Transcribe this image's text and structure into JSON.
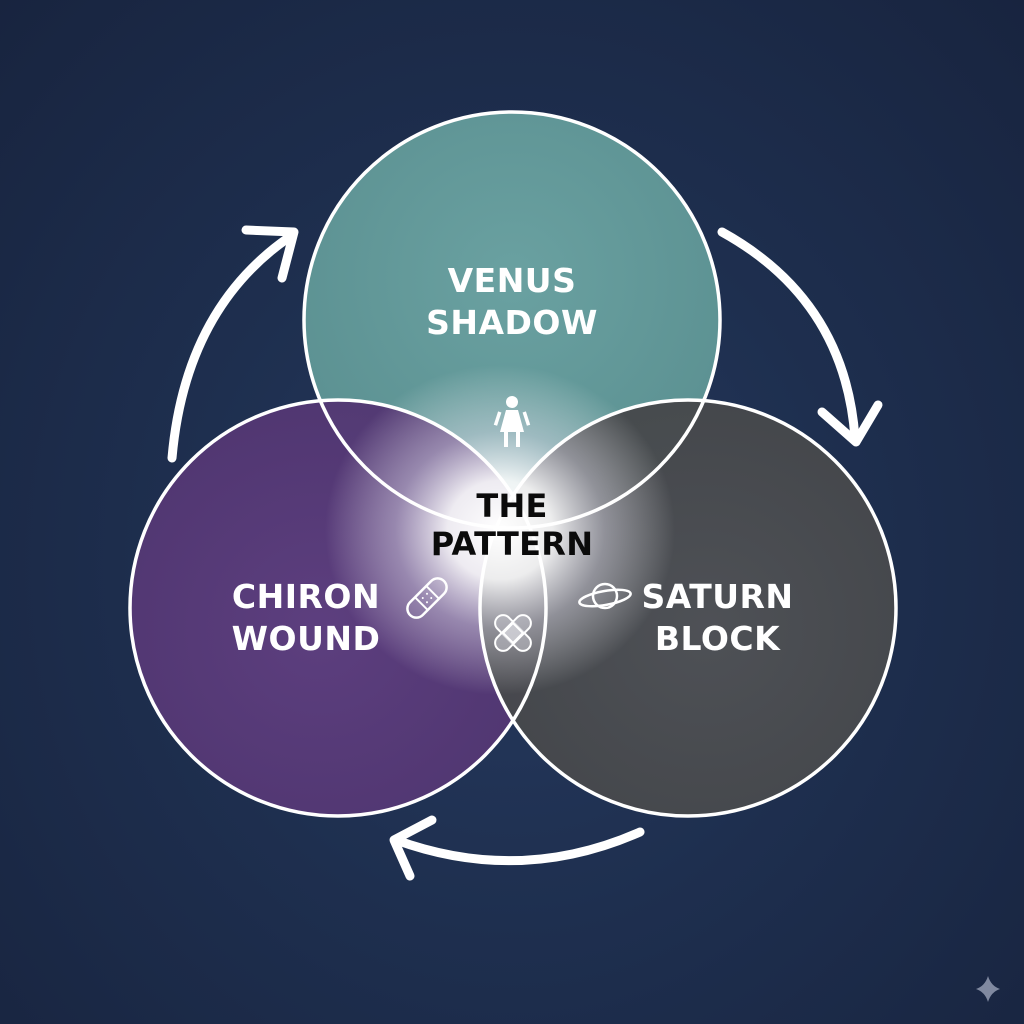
{
  "diagram": {
    "circles": [
      {
        "id": "venus",
        "lines": [
          "VENUS",
          "SHADOW"
        ],
        "fill": "#5e9596",
        "icon": "woman-icon"
      },
      {
        "id": "chiron",
        "lines": [
          "CHIRON",
          "WOUND"
        ],
        "fill": "#5a3b78",
        "icon": "bandage-icon"
      },
      {
        "id": "saturn",
        "lines": [
          "SATURN",
          "BLOCK"
        ],
        "fill": "#4b4d50",
        "icon": "planet-icon"
      }
    ],
    "center": {
      "lines": [
        "THE",
        "PATTERN"
      ],
      "icon": "crossed-bandages-icon"
    },
    "cycle": {
      "direction": "clockwise",
      "arrow_count": 3
    },
    "colors": {
      "background": "#1e2f4f",
      "outline": "#ffffff",
      "glow": "#ffffff"
    },
    "watermark_icon": "sparkle-icon"
  }
}
